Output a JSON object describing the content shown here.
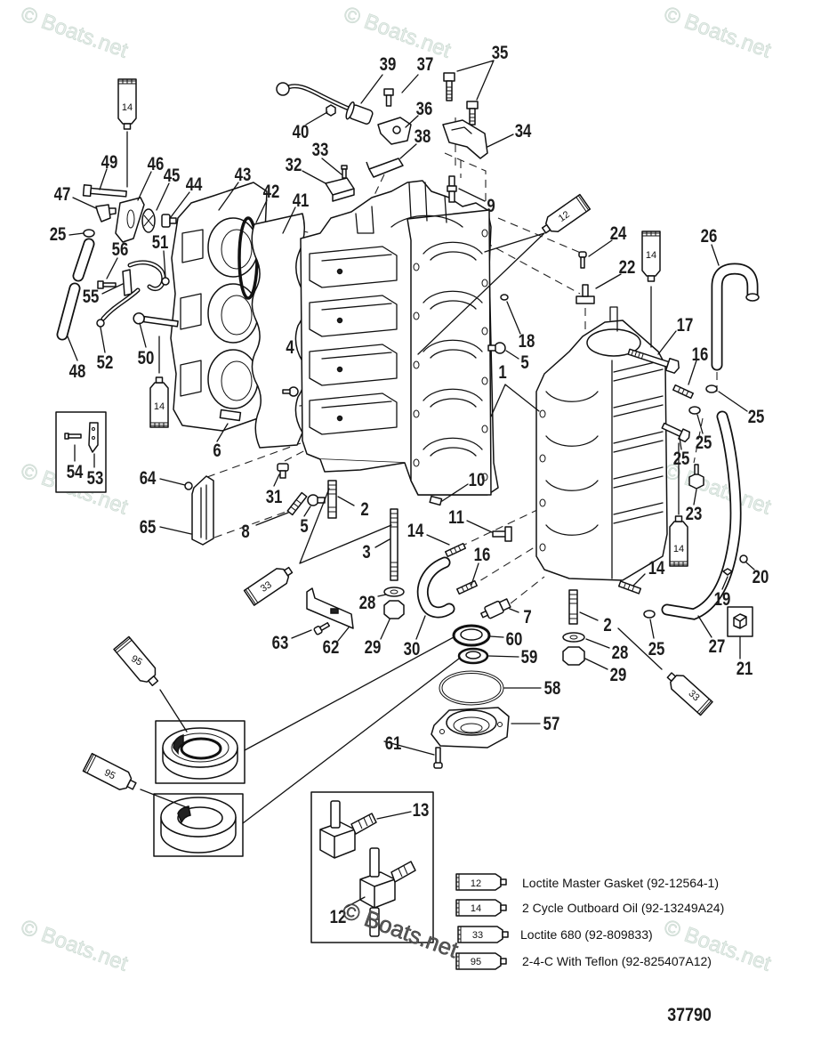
{
  "diagram": {
    "number": "37790",
    "watermark": "© Boats.net",
    "callouts": [
      "39",
      "37",
      "35",
      "36",
      "34",
      "40",
      "38",
      "33",
      "32",
      "9",
      "49",
      "46",
      "45",
      "44",
      "43",
      "42",
      "41",
      "47",
      "25",
      "56",
      "51",
      "55",
      "52",
      "50",
      "48",
      "24",
      "22",
      "26",
      "18",
      "5",
      "17",
      "16",
      "1",
      "25",
      "4",
      "6",
      "54",
      "53",
      "64",
      "31",
      "65",
      "8",
      "5",
      "2",
      "10",
      "25",
      "25",
      "23",
      "11",
      "14",
      "3",
      "16",
      "20",
      "14",
      "19",
      "28",
      "7",
      "2",
      "63",
      "62",
      "29",
      "30",
      "60",
      "28",
      "25",
      "27",
      "21",
      "59",
      "29",
      "58",
      "57",
      "61",
      "13",
      "12"
    ],
    "sealant_tubes": [
      "14",
      "12",
      "14",
      "14",
      "33",
      "14",
      "33",
      "95",
      "95"
    ],
    "legend": [
      {
        "code": "12",
        "description": "Loctite Master Gasket (92-12564-1)"
      },
      {
        "code": "14",
        "description": "2 Cycle Outboard Oil (92-13249A24)"
      },
      {
        "code": "33",
        "description": "Loctite 680 (92-809833)"
      },
      {
        "code": "95",
        "description": "2-4-C With Teflon (92-825407A12)"
      }
    ]
  }
}
